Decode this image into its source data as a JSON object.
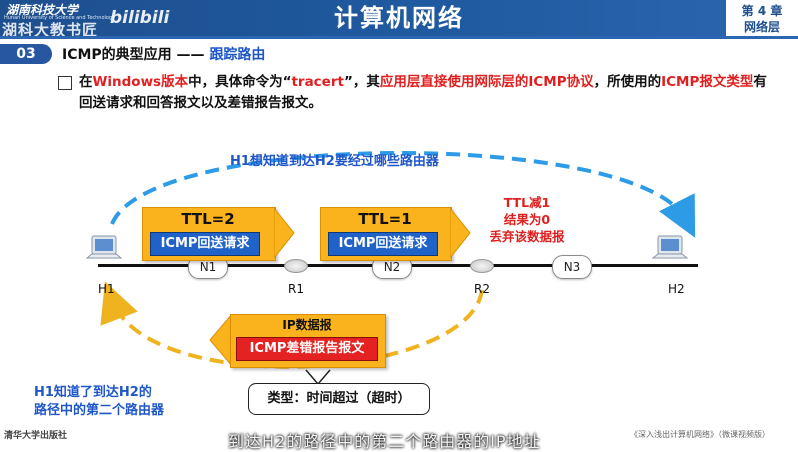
{
  "header": {
    "title": "计算机网络",
    "university": "湖南科技大学",
    "university_en": "Hunan University of Science and Technology",
    "course": "湖科大教书匠",
    "bilibili": "bilibili",
    "chapter": "第 4 章",
    "chapter_name": "网络层"
  },
  "section": {
    "number": "03",
    "title_prefix": "ICMP的典型应用 —— ",
    "title_highlight": "跟踪路由"
  },
  "description": {
    "p1": "在",
    "p2": "Windows版本",
    "p3": "中，具体命令为“",
    "p4": "tracert",
    "p5": "”，其",
    "p6": "应用层直接使用网际层的ICMP协议",
    "p7": "，所使用的",
    "p8": "ICMP报文类型",
    "p9": "有回送请求和回答报文以及差错报告报文",
    "p10": "。"
  },
  "diagram": {
    "top_arc_label": "H1想知道到达H2要经过哪些路由器",
    "nodes": {
      "h1": "H1",
      "r1": "R1",
      "r2": "R2",
      "h2": "H2"
    },
    "networks": {
      "n1": "N1",
      "n2": "N2",
      "n3": "N3"
    },
    "packet1": {
      "ttl": "TTL=2",
      "content": "ICMP回送请求"
    },
    "packet2": {
      "ttl": "TTL=1",
      "content": "ICMP回送请求"
    },
    "ttl_note": {
      "line1": "TTL减1",
      "line2": "结果为0",
      "line3": "丢弃该数据报"
    },
    "return_packet": {
      "title": "IP数据报",
      "content": "ICMP差错报告报文"
    },
    "type_label": "类型：时间超过（超时）",
    "h1_note": {
      "line1": "H1知道了到达H2的",
      "line2": "路径中的第二个路由器"
    },
    "colors": {
      "arc_blue": "#2e9be6",
      "arc_orange": "#f0b320",
      "packet": "#fab31c",
      "inner_blue": "#2062c7",
      "inner_red": "#e42222"
    }
  },
  "subtitle": "到达H2的路径中的第二个路由器的IP地址",
  "footer": {
    "left": "清华大学出版社",
    "right": "《深入浅出计算机网络》（微课视频版）"
  }
}
